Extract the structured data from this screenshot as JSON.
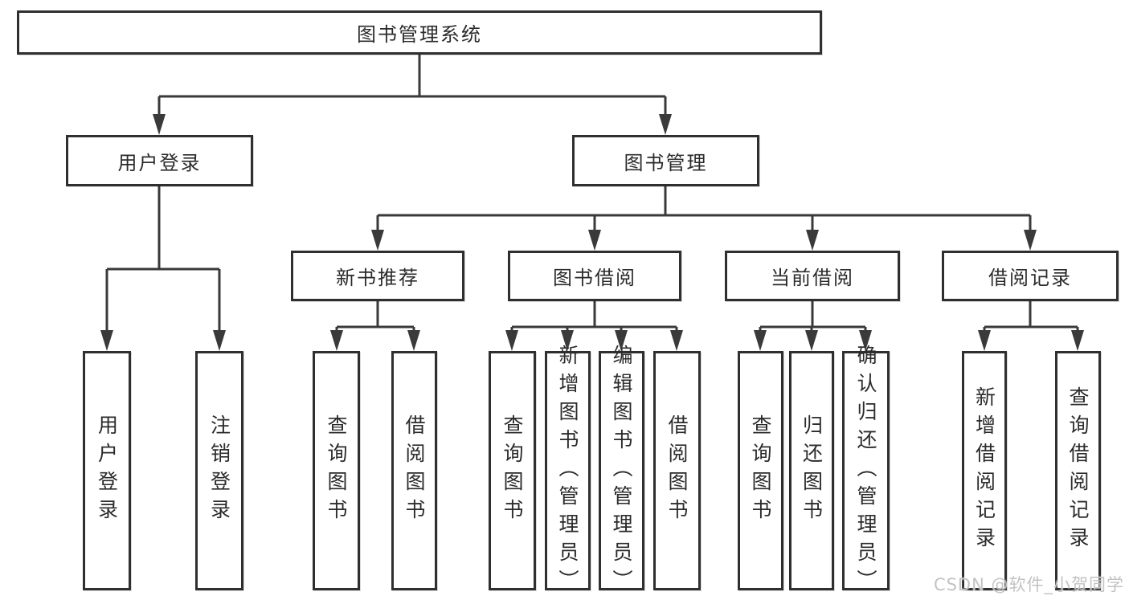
{
  "diagram": {
    "type": "hierarchy-tree",
    "title": "图书管理系统"
  },
  "nodes": {
    "root": "图书管理系统",
    "user_login": "用户登录",
    "book_mgmt": "图书管理",
    "new_book_rec": "新书推荐",
    "book_borrow": "图书借阅",
    "current_borrow": "当前借阅",
    "borrow_records": "借阅记录",
    "leaf_user_login": "用户登录",
    "leaf_logout": "注销登录",
    "leaf_query_book_1": "查询图书",
    "leaf_borrow_book_1": "借阅图书",
    "leaf_query_book_2": "查询图书",
    "leaf_add_book_admin": "新增图书（管理员）",
    "leaf_edit_book_admin": "编辑图书（管理员）",
    "leaf_borrow_book_2": "借阅图书",
    "leaf_query_book_3": "查询图书",
    "leaf_return_book": "归还图书",
    "leaf_confirm_return_admin": "确认归还（管理员）",
    "leaf_add_borrow_record": "新增借阅记录",
    "leaf_query_borrow_record": "查询借阅记录"
  },
  "hierarchy": {
    "图书管理系统": {
      "用户登录": [
        "用户登录",
        "注销登录"
      ],
      "图书管理": {
        "新书推荐": [
          "查询图书",
          "借阅图书"
        ],
        "图书借阅": [
          "查询图书",
          "新增图书（管理员）",
          "编辑图书（管理员）",
          "借阅图书"
        ],
        "当前借阅": [
          "查询图书",
          "归还图书",
          "确认归还（管理员）"
        ],
        "借阅记录": [
          "新增借阅记录",
          "查询借阅记录"
        ]
      }
    }
  },
  "watermark": "CSDN @软件_小贺同学",
  "colors": {
    "box_border": "#2f2f2f",
    "connector_line": "#3a3a3a",
    "text": "#2b2b2b",
    "watermark_text": "#c3c3c3",
    "background": "#ffffff"
  }
}
